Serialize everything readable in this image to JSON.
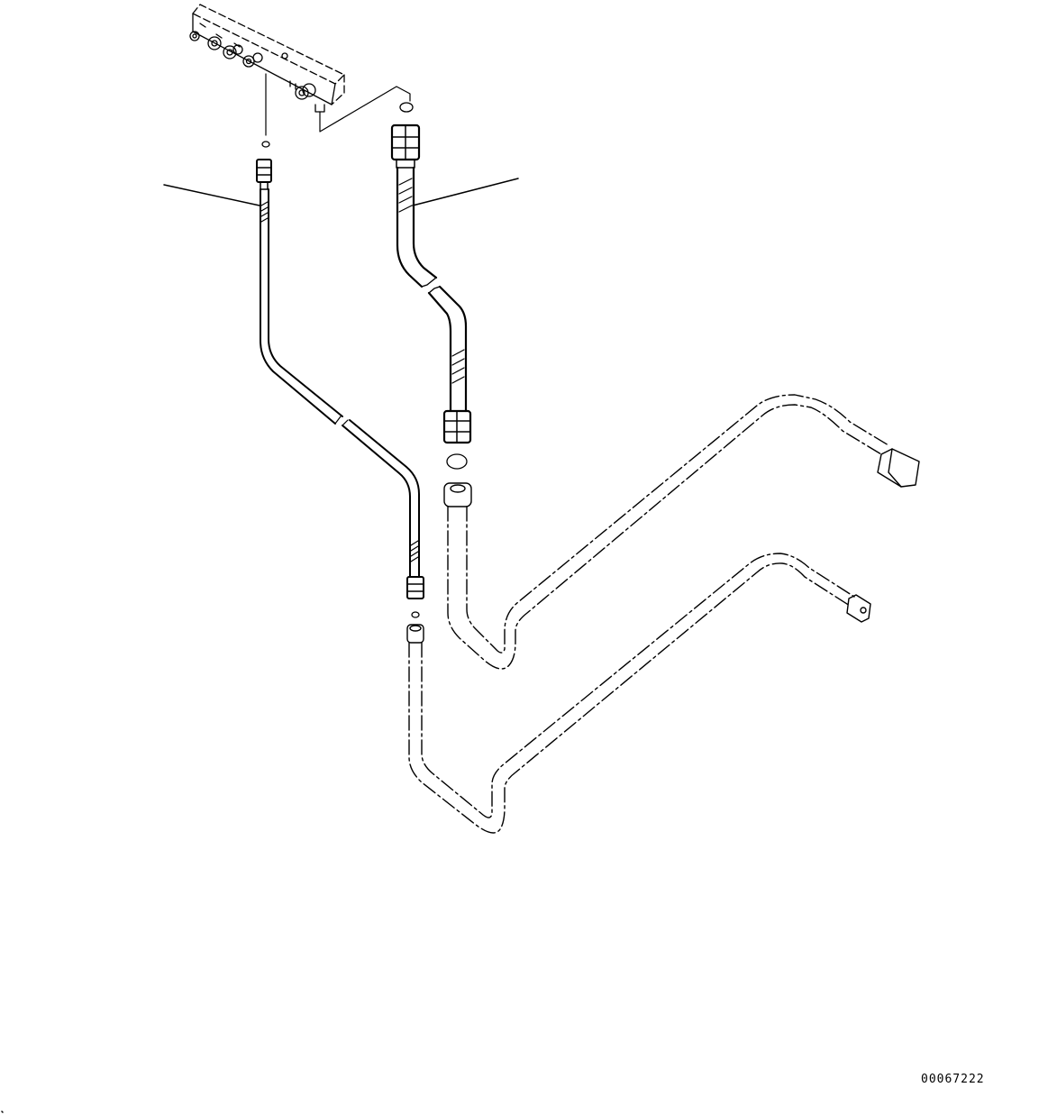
{
  "drawing": {
    "reference_number": "00067222",
    "line_color": "#000000",
    "background_color": "#ffffff",
    "parts": [
      {
        "name": "valve-block",
        "icon": "valve-block-icon",
        "style": "dashed-outline"
      },
      {
        "name": "hose-left",
        "icon": "hydraulic-hose-icon",
        "style": "solid"
      },
      {
        "name": "hose-right",
        "icon": "hydraulic-hose-icon",
        "style": "solid"
      },
      {
        "name": "tube-upper",
        "icon": "hydraulic-tube-icon",
        "style": "phantom"
      },
      {
        "name": "tube-lower",
        "icon": "hydraulic-tube-icon",
        "style": "phantom"
      },
      {
        "name": "o-ring",
        "icon": "o-ring-icon",
        "count": 4
      }
    ]
  }
}
